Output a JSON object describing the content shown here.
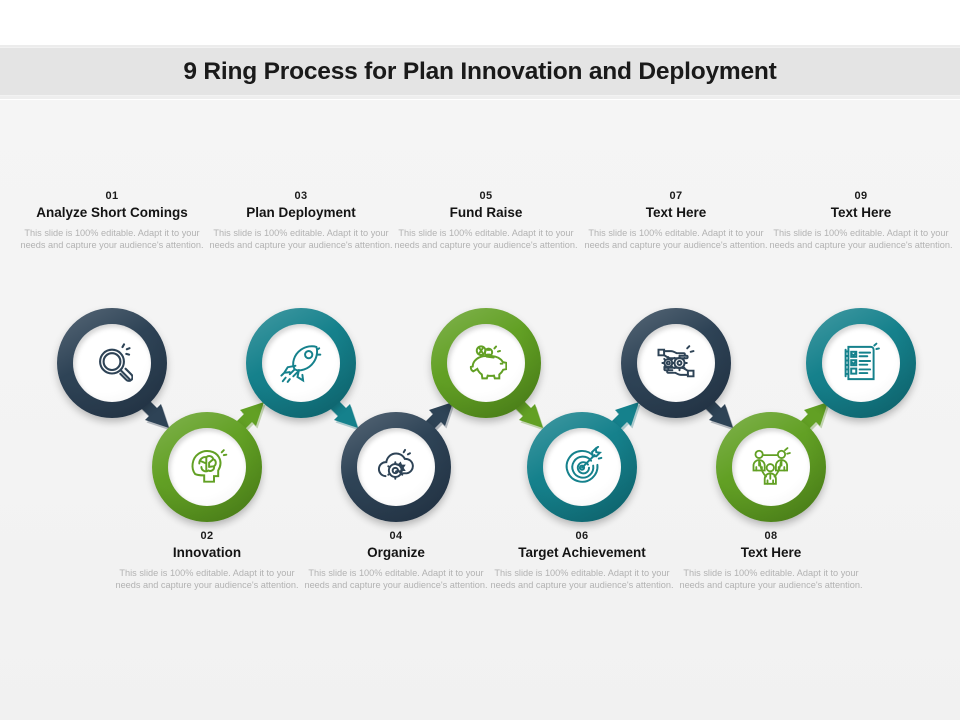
{
  "slide": {
    "title": "9 Ring Process for Plan Innovation and Deployment",
    "body_text": "This slide is 100% editable. Adapt it to your needs and capture your audience's attention."
  },
  "colors": {
    "navy": "#2e4356",
    "navy_dark": "#24364a",
    "teal": "#15818c",
    "teal_dark": "#0e6d78",
    "green": "#62a024",
    "green_dark": "#4f8a18",
    "background": "#f4f4f4",
    "title_band": "#e4e4e4",
    "heading_text": "#141414",
    "body_text": "#b2b2b2"
  },
  "steps": [
    {
      "number": "01",
      "heading": "Analyze Short Comings",
      "body": "This slide is 100% editable. Adapt it to your needs and capture your audience's attention.",
      "icon": "magnifier-icon",
      "color": "navy",
      "row": "top",
      "arrow": "down-right"
    },
    {
      "number": "02",
      "heading": "Innovation",
      "body": "This slide is 100% editable. Adapt it to your needs and capture your audience's attention.",
      "icon": "brain-head-icon",
      "color": "green",
      "row": "bottom",
      "arrow": "up-right"
    },
    {
      "number": "03",
      "heading": "Plan Deployment",
      "body": "This slide is 100% editable. Adapt it to your needs and capture your audience's attention.",
      "icon": "rocket-icon",
      "color": "teal",
      "row": "top",
      "arrow": "down-right"
    },
    {
      "number": "04",
      "heading": "Organize",
      "body": "This slide is 100% editable. Adapt it to your needs and capture your audience's attention.",
      "icon": "cloud-gear-icon",
      "color": "navy",
      "row": "bottom",
      "arrow": "up-right"
    },
    {
      "number": "05",
      "heading": "Fund Raise",
      "body": "This slide is 100% editable. Adapt it to your needs and capture your audience's attention.",
      "icon": "piggy-bank-icon",
      "color": "green",
      "row": "top",
      "arrow": "down-right"
    },
    {
      "number": "06",
      "heading": "Target Achievement",
      "body": "This slide is 100% editable. Adapt it to your needs and capture your audience's attention.",
      "icon": "target-dart-icon",
      "color": "teal",
      "row": "bottom",
      "arrow": "up-right"
    },
    {
      "number": "07",
      "heading": "Text Here",
      "body": "This slide is 100% editable. Adapt it to your needs and capture your audience's attention.",
      "icon": "hands-gears-icon",
      "color": "navy",
      "row": "top",
      "arrow": "down-right"
    },
    {
      "number": "08",
      "heading": "Text Here",
      "body": "This slide is 100% editable. Adapt it to your needs and capture your audience's attention.",
      "icon": "team-network-icon",
      "color": "green",
      "row": "bottom",
      "arrow": "up-right"
    },
    {
      "number": "09",
      "heading": "Text Here",
      "body": "This slide is 100% editable. Adapt it to your needs and capture your audience's attention.",
      "icon": "checklist-document-icon",
      "color": "teal",
      "row": "top",
      "arrow": "none"
    }
  ]
}
